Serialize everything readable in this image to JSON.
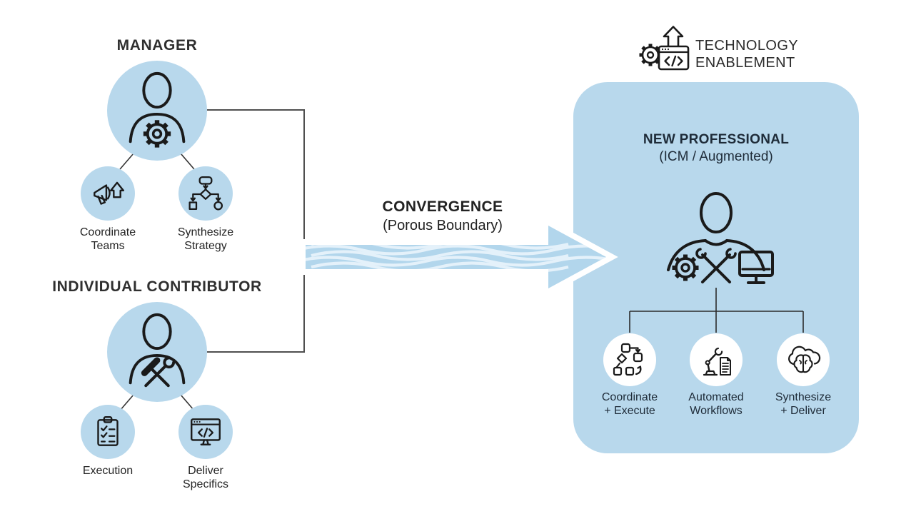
{
  "palette": {
    "bg": "#ffffff",
    "light_blue": "#b8d8ec",
    "arrow_blue": "#b2d6ec",
    "wave_color": "#e4f1fa",
    "connector_gray": "#4f4f4f",
    "icon_black": "#1a1a1a",
    "text_dark": "#242424",
    "panel_text": "#1e2b38"
  },
  "left": {
    "manager": {
      "title": "MANAGER",
      "persona_icon": "person-gear-icon",
      "sub": [
        {
          "icon": "megaphone-icon",
          "label": "Coordinate\nTeams"
        },
        {
          "icon": "flowchart-icon",
          "label": "Synthesize\nStrategy"
        }
      ]
    },
    "ic": {
      "title": "INDIVIDUAL CONTRIBUTOR",
      "persona_icon": "person-tools-icon",
      "sub": [
        {
          "icon": "clipboard-checklist-icon",
          "label": "Execution"
        },
        {
          "icon": "code-monitor-icon",
          "label": "Deliver\nSpecifics"
        }
      ]
    }
  },
  "center": {
    "title": "CONVERGENCE",
    "subtitle": "(Porous Boundary)",
    "arrow_icon": "convergence-arrow"
  },
  "right": {
    "tech_label": "TECHNOLOGY\nENABLEMENT",
    "tech_icon": "gear-code-arrow-icon",
    "panel": {
      "title": "NEW PROFESSIONAL",
      "subtitle": "(ICM / Augmented)",
      "persona_icon": "person-augmented-icon",
      "sub": [
        {
          "icon": "flowchart-arrows-icon",
          "label": "Coordinate\n+ Execute"
        },
        {
          "icon": "robot-arm-document-icon",
          "label": "Automated\nWorkflows"
        },
        {
          "icon": "cloud-brain-icon",
          "label": "Synthesize\n+ Deliver"
        }
      ]
    }
  }
}
